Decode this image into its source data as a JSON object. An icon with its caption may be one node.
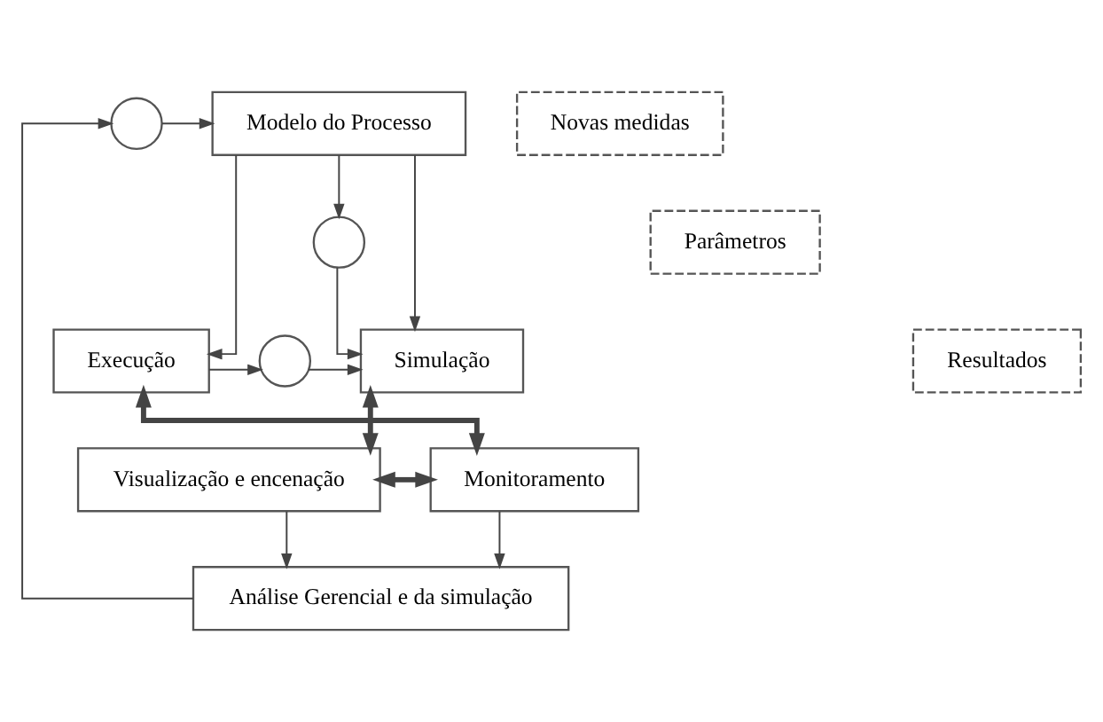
{
  "diagram": {
    "nodes": [
      {
        "text": [],
        "shape": "circle"
      },
      {
        "text": [
          "Novas medidas"
        ]
      },
      {
        "text": [
          "Modelo do Processo"
        ]
      },
      {
        "text": [],
        "shape": "circle"
      },
      {
        "text": [
          "Parâmetros"
        ]
      },
      {
        "text": [
          "Simulação"
        ]
      },
      {
        "text": [],
        "shape": "circle"
      },
      {
        "text": [
          "Resultados"
        ]
      },
      {
        "text": [
          "Execução"
        ]
      },
      {
        "text": [
          "Visualização e encenação"
        ]
      },
      {
        "text": [
          "Monitoramento"
        ]
      },
      {
        "text": [
          "Análise Gerencial e da simulação"
        ]
      }
    ],
    "edges": [
      {
        "from": 0,
        "to": 2,
        "arrow": "to"
      },
      {
        "from": 2,
        "to": 3,
        "arrow": "to"
      },
      {
        "from": 2,
        "to": 5,
        "arrow": "to"
      },
      {
        "from": 3,
        "to": 5,
        "arrow": "to"
      },
      {
        "from": 2,
        "to": 8,
        "arrow": "to"
      },
      {
        "from": 8,
        "to": 6,
        "arrow": "to"
      },
      {
        "from": 6,
        "to": 5,
        "arrow": "to"
      },
      {
        "from": 5,
        "to": 9,
        "arrow": "both",
        "style": "thick"
      },
      {
        "from": 8,
        "to": 10,
        "arrow": "both",
        "style": "thick"
      },
      {
        "from": 9,
        "to": 10,
        "arrow": "both",
        "style": "thick"
      },
      {
        "from": 9,
        "to": 11,
        "arrow": "to"
      },
      {
        "from": 10,
        "to": 11,
        "arrow": "to"
      },
      {
        "from": 11,
        "to": 0,
        "arrow": "to"
      }
    ]
  }
}
